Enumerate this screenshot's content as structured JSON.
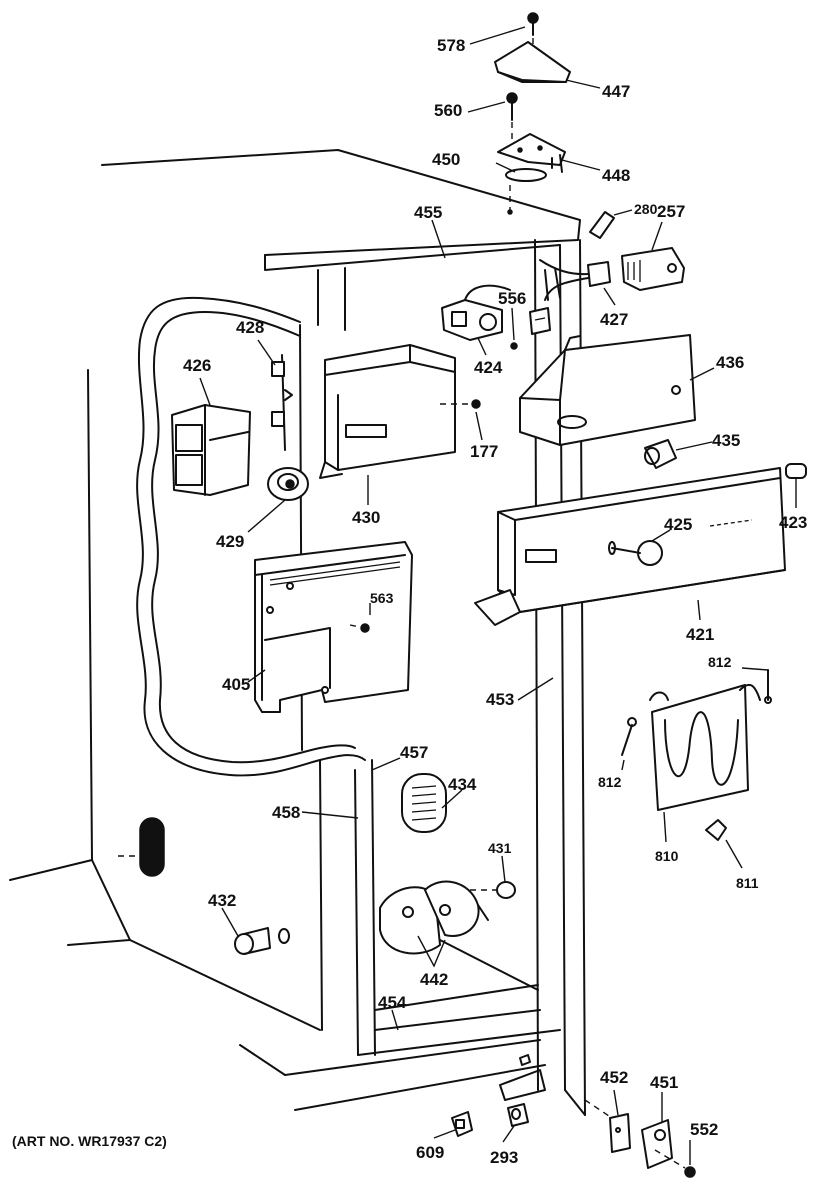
{
  "art_number": "(ART NO. WR17937 C2)",
  "labels": {
    "p578": "578",
    "p447": "447",
    "p560": "560",
    "p450": "450",
    "p448": "448",
    "p455": "455",
    "p280": "280",
    "p257": "257",
    "p556": "556",
    "p427": "427",
    "p428": "428",
    "p426": "426",
    "p424": "424",
    "p436": "436",
    "p177": "177",
    "p435": "435",
    "p423": "423",
    "p429": "429",
    "p430": "430",
    "p425": "425",
    "p563": "563",
    "p405": "405",
    "p421": "421",
    "p812a": "812",
    "p453": "453",
    "p457": "457",
    "p434": "434",
    "p812b": "812",
    "p458": "458",
    "p810": "810",
    "p431": "431",
    "p811": "811",
    "p432": "432",
    "p442": "442",
    "p454": "454",
    "p452": "452",
    "p451": "451",
    "p552": "552",
    "p609": "609",
    "p293": "293"
  }
}
